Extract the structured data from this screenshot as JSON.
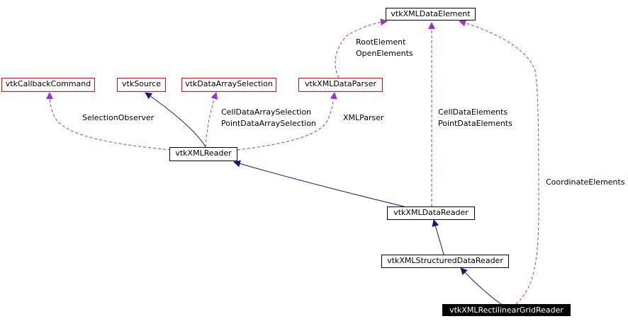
{
  "nodes": {
    "vtkXMLDataElement": "vtkXMLDataElement",
    "vtkCallbackCommand": "vtkCallbackCommand",
    "vtkSource": "vtkSource",
    "vtkDataArraySelection": "vtkDataArraySelection",
    "vtkXMLDataParser": "vtkXMLDataParser",
    "vtkXMLReader": "vtkXMLReader",
    "vtkXMLDataReader": "vtkXMLDataReader",
    "vtkXMLStructuredDataReader": "vtkXMLStructuredDataReader",
    "vtkXMLRectilinearGridReader": "vtkXMLRectilinearGridReader"
  },
  "edge_labels": {
    "root_element": "RootElement",
    "open_elements": "OpenElements",
    "selection_observer": "SelectionObserver",
    "cell_data_array_selection": "CellDataArraySelection",
    "point_data_array_selection": "PointDataArraySelection",
    "xml_parser": "XMLParser",
    "cell_data_elements": "CellDataElements",
    "point_data_elements": "PointDataElements",
    "coordinate_elements": "CoordinateElements"
  },
  "colors": {
    "inheritance": "#191970",
    "usage": "#9a32cd",
    "external_class_border": "#ff0000",
    "highlighted_node": "#000000"
  }
}
